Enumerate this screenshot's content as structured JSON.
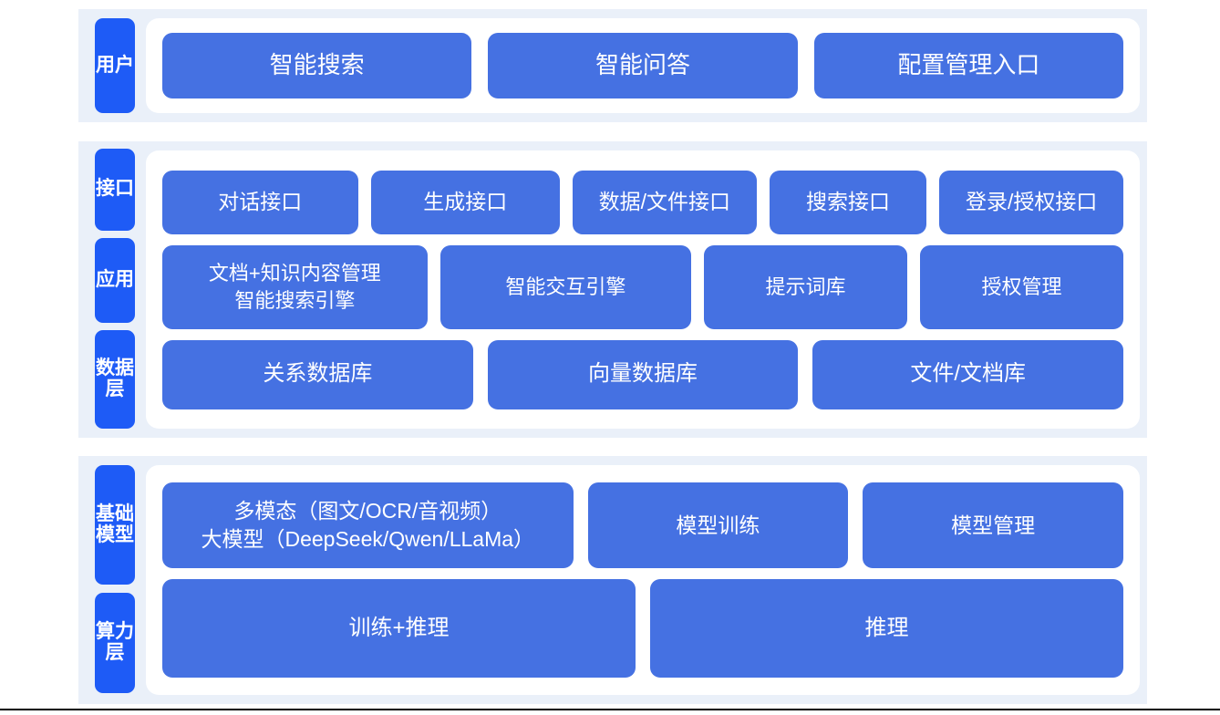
{
  "theme": {
    "chip_blue": "#4571e2",
    "tag_blue": "#1e5bf6",
    "band_bg": "#eaf0f9",
    "card_bg": "#ffffff",
    "page_bg": "#ffffff",
    "rule_color": "#000000"
  },
  "sections": {
    "users": {
      "tags": [
        "用户"
      ],
      "rows": [
        {
          "name": "user-entry-row",
          "items": [
            "智能搜索",
            "智能问答",
            "配置管理入口"
          ]
        }
      ]
    },
    "middle": {
      "tags": [
        "接口",
        "应用",
        "数据层"
      ],
      "rows": [
        {
          "name": "interface-row",
          "items": [
            "对话接口",
            "生成接口",
            "数据/文件接口",
            "搜索接口",
            "登录/授权接口"
          ]
        },
        {
          "name": "application-row",
          "items": [
            "文档+知识内容管理\n智能搜索引擎",
            "智能交互引擎",
            "提示词库",
            "授权管理"
          ]
        },
        {
          "name": "data-row",
          "items": [
            "关系数据库",
            "向量数据库",
            "文件/文档库"
          ]
        }
      ]
    },
    "infra": {
      "tags": [
        "基础模型",
        "算力层"
      ],
      "rows": [
        {
          "name": "model-row",
          "items": [
            "多模态（图文/OCR/音视频）\n大模型（DeepSeek/Qwen/LLaMa）",
            "模型训练",
            "模型管理"
          ]
        },
        {
          "name": "compute-row",
          "items": [
            "训练+推理",
            "推理"
          ]
        }
      ]
    }
  }
}
